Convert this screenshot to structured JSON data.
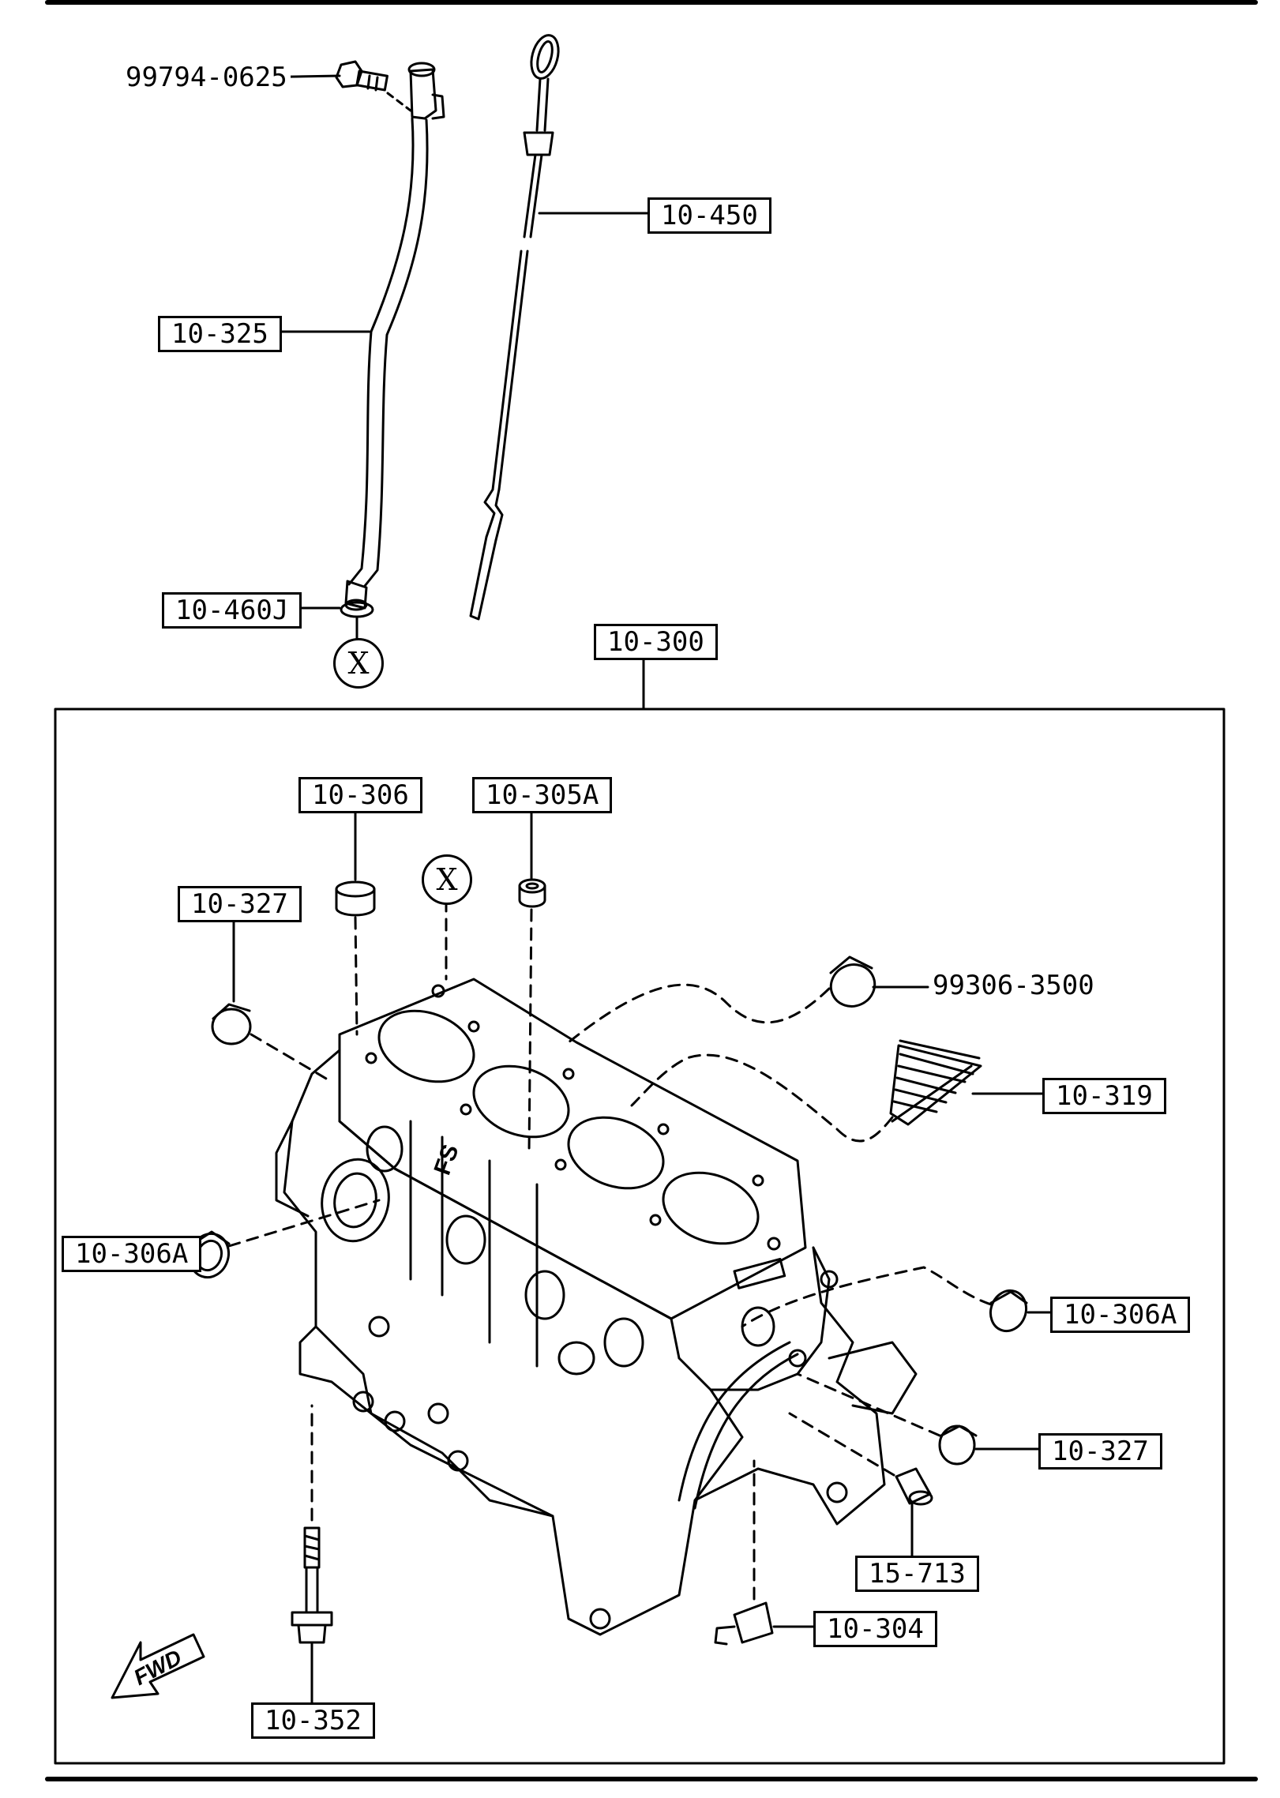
{
  "labels": {
    "bolt_pipe": "99794-0625",
    "dipstick": "10-450",
    "guide_pipe": "10-325",
    "o_ring": "10-460J",
    "block_assy": "10-300",
    "plug_306": "10-306",
    "pin_305a": "10-305A",
    "plug_327_top": "10-327",
    "plug_small": "99306-3500",
    "stud_319": "10-319",
    "plug_306a_left": "10-306A",
    "plug_306a_right": "10-306A",
    "plug_327_bottom": "10-327",
    "valve_713": "15-713",
    "jet_304": "10-304",
    "bolt_352": "10-352"
  },
  "markers": {
    "ref_top": "X",
    "ref_block": "X"
  },
  "block_casting_mark": "FS",
  "fwd_arrow": "FWD"
}
